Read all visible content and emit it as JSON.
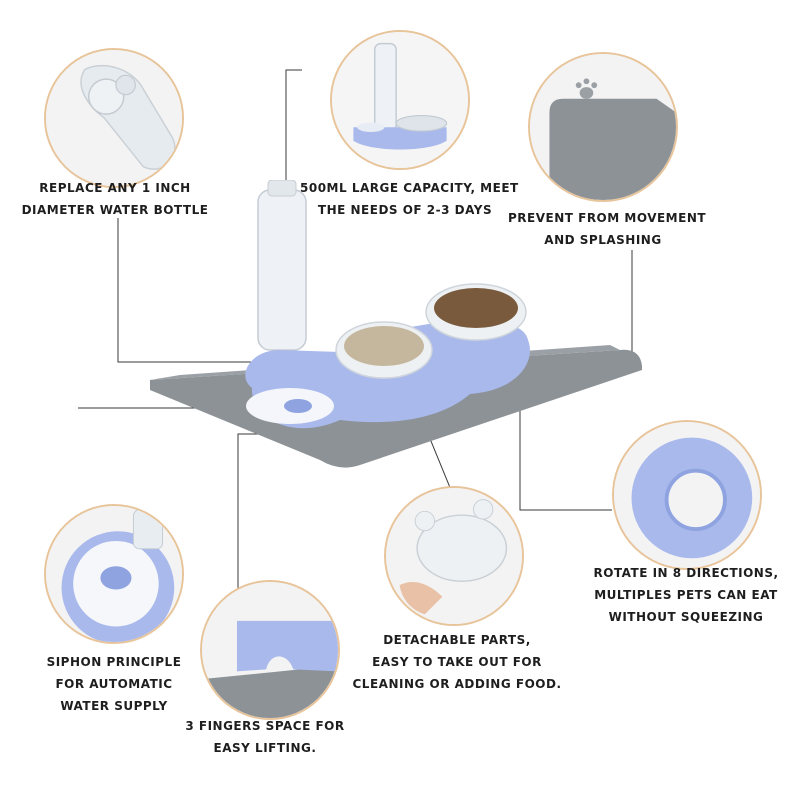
{
  "features": [
    {
      "id": "bottle",
      "lines": [
        "REPLACE ANY 1 INCH",
        "DIAMETER WATER BOTTLE"
      ]
    },
    {
      "id": "capacity",
      "lines": [
        "500ML LARGE CAPACITY, MEET",
        "THE NEEDS OF 2-3 DAYS"
      ]
    },
    {
      "id": "mat",
      "lines": [
        "PREVENT FROM MOVEMENT",
        "AND SPLASHING"
      ]
    },
    {
      "id": "rotate",
      "lines": [
        "ROTATE IN 8 DIRECTIONS,",
        "MULTIPLES PETS CAN EAT",
        "WITHOUT SQUEEZING"
      ]
    },
    {
      "id": "siphon",
      "lines": [
        "SIPHON PRINCIPLE",
        "FOR AUTOMATIC",
        "WATER SUPPLY"
      ]
    },
    {
      "id": "detachable",
      "lines": [
        "DETACHABLE PARTS,",
        "EASY TO TAKE OUT FOR",
        "CLEANING OR ADDING FOOD."
      ]
    },
    {
      "id": "fingers",
      "lines": [
        "3 FINGERS SPACE FOR",
        "EASY LIFTING."
      ]
    }
  ],
  "colors": {
    "circle_border": "#e8c49a",
    "bowl_blue": "#a9b9ec",
    "bowl_blue_dark": "#8ea3e0",
    "mat_gray": "#8c9296",
    "text": "#1e1e1e"
  }
}
